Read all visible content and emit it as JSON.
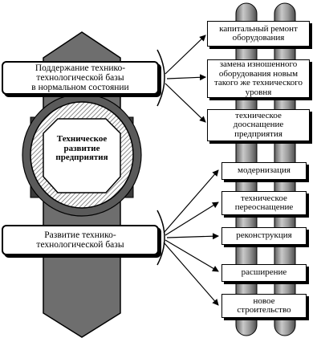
{
  "center": {
    "title_lines": [
      "Техническое",
      "развитие",
      "предприятия"
    ]
  },
  "left_top": {
    "lines": [
      "Поддержание технико-",
      "технологической базы",
      "в нормальном состоянии"
    ]
  },
  "left_bottom": {
    "lines": [
      "Развитие технико-",
      "технологической базы"
    ]
  },
  "upper_items": [
    {
      "lines": [
        "капитальный ремонт",
        "оборудования"
      ]
    },
    {
      "lines": [
        "замена изношенного",
        "оборудования новым",
        "такого же технического",
        "уровня"
      ]
    },
    {
      "lines": [
        "техническое",
        "дооснащение",
        "предприятия"
      ]
    }
  ],
  "lower_items": [
    {
      "lines": [
        "модернизация"
      ]
    },
    {
      "lines": [
        "техническое",
        "переоснащение"
      ]
    },
    {
      "lines": [
        "реконструкция"
      ]
    },
    {
      "lines": [
        "расширение"
      ]
    },
    {
      "lines": [
        "новое",
        "строительство"
      ]
    }
  ],
  "colors": {
    "pillar": "#8c8c8c",
    "pillar_highlight": "#cfcfcf",
    "hatch": "#9a9a9a",
    "ink": "#000000"
  }
}
